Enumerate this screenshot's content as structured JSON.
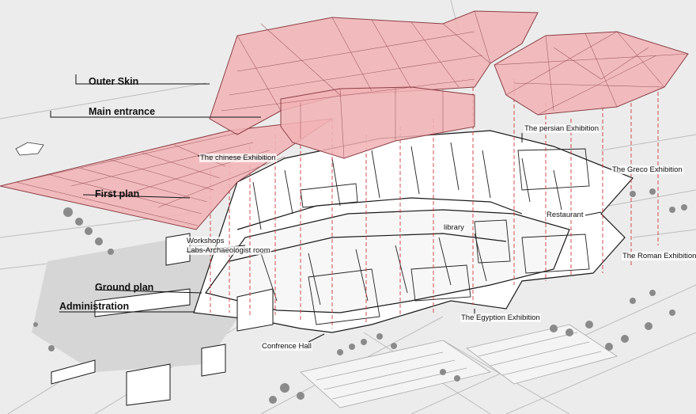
{
  "labels": {
    "outer_skin": "Outer Skin",
    "main_entrance": "Main entrance",
    "first_plan": "First plan",
    "ground_plan": "Ground plan",
    "administration": "Administration",
    "chinese_exhibition": "The chinese Exhibition",
    "persian_exhibition": "The persian Exhibition",
    "greco_exhibition": "The Greco Exhibition",
    "restaurant": "Restaurant",
    "library": "library",
    "workshops": "Workshops",
    "labs_archaeologist_room": "Labs-Archaeologist room",
    "roman_exhibition": "The Roman Exhibition",
    "egyption_exhibition": "The Egyption Exhibition",
    "conference_hall": "Confrence Hall"
  },
  "colors": {
    "background": "#ececec",
    "roof_fill": "#f2b3b6",
    "roof_stroke": "#8c3f45",
    "leader_red": "#d23a3a",
    "floor_fill": "#ffffff",
    "wall_stroke": "#1a1a1a",
    "tree": "#8a8a8a"
  }
}
